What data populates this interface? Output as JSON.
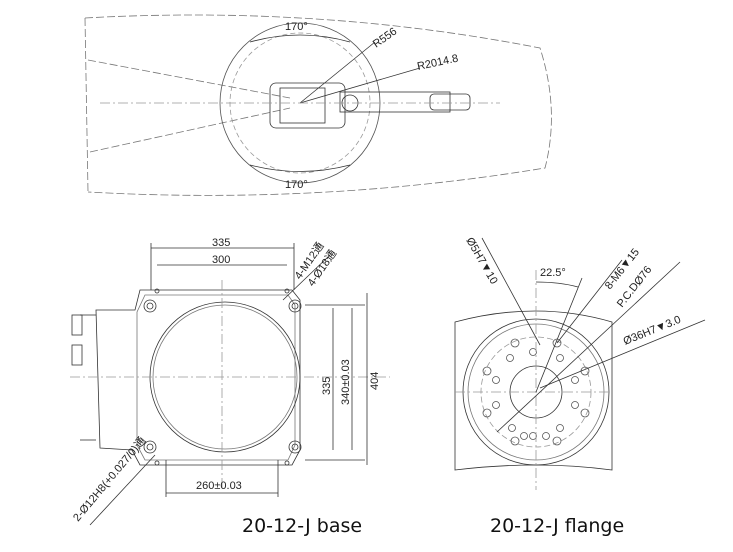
{
  "top_view": {
    "angle_top": "170°",
    "angle_bottom": "170°",
    "radius_inner": "R556",
    "radius_outer": "R2014.8"
  },
  "base_view": {
    "width_outer": "335",
    "width_inner": "300",
    "holes_thread": "4-M12通",
    "holes_through": "4-Ø18通",
    "height_335": "335",
    "height_340": "340±0.03",
    "height_404": "404",
    "pin_spacing": "260±0.03",
    "pin_holes": "2-Ø12H8(+0.027/0)通",
    "caption": "20-12-J base"
  },
  "flange_view": {
    "pin_hole": "Ø5H7▼10",
    "angle": "22.5°",
    "threads": "8-M6▼15",
    "pcd": "P.C.DØ76",
    "bore": "Ø36H7▼3.0",
    "caption": "20-12-J flange"
  },
  "colors": {
    "line": "#333333",
    "dash": "#888888"
  }
}
